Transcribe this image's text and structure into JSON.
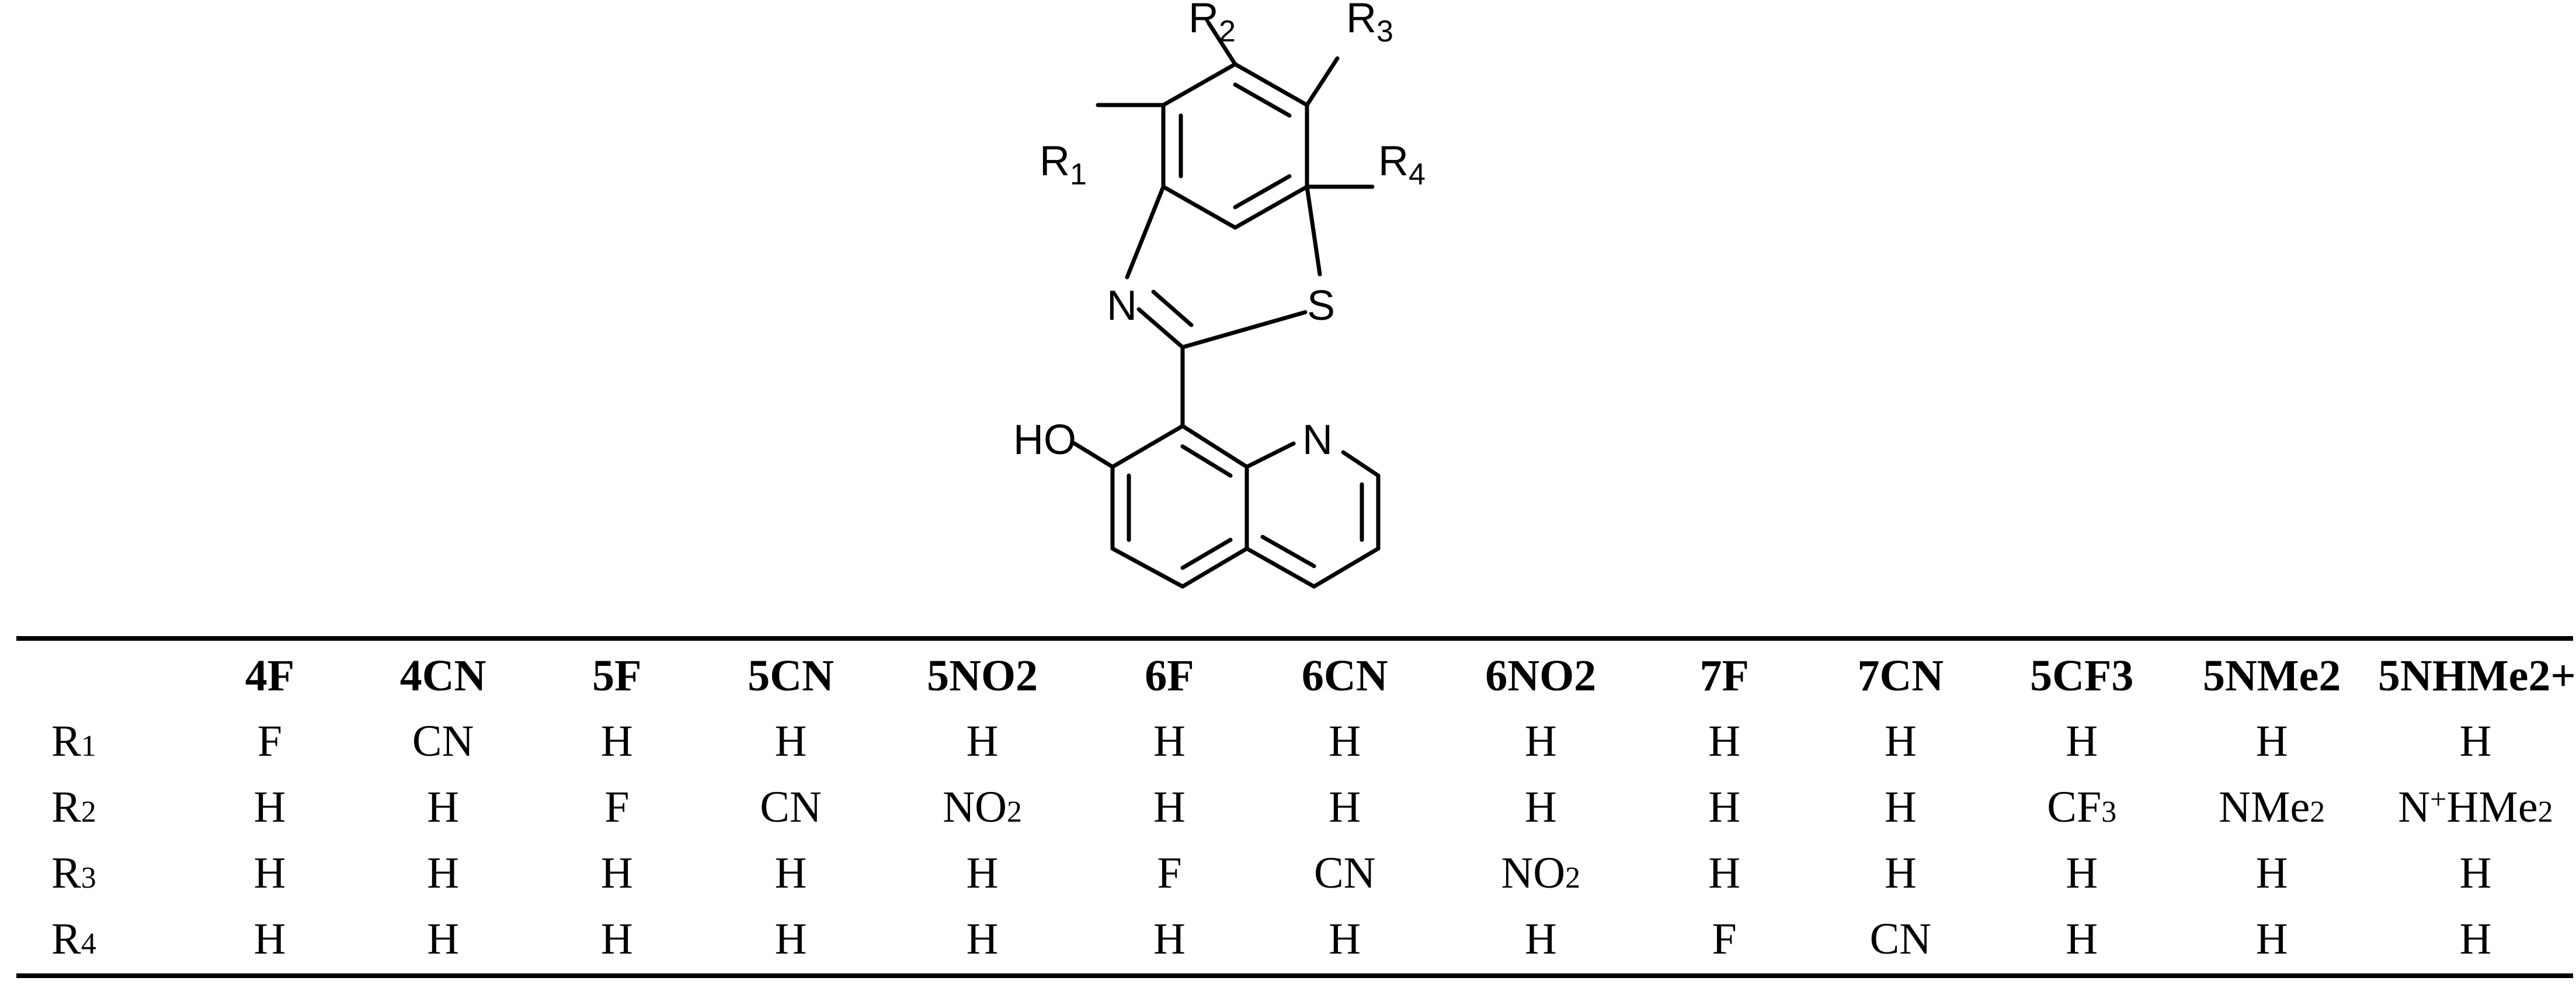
{
  "structure": {
    "substituents": {
      "r1": "R",
      "r1_sub": "1",
      "r2": "R",
      "r2_sub": "2",
      "r3": "R",
      "r3_sub": "3",
      "r4": "R",
      "r4_sub": "4"
    },
    "atoms": {
      "thiazole_n": "N",
      "thiazole_s": "S",
      "hydroxyl": "HO",
      "quinoline_n": "N"
    }
  },
  "table": {
    "columns": [
      {
        "label": "4F"
      },
      {
        "label": "4CN"
      },
      {
        "label": "5F"
      },
      {
        "label": "5CN"
      },
      {
        "label": "5NO2"
      },
      {
        "label": "6F"
      },
      {
        "label": "6CN"
      },
      {
        "label": "6NO2"
      },
      {
        "label": "7F"
      },
      {
        "label": "7CN"
      },
      {
        "label": "5CF3"
      },
      {
        "label": "5NMe2"
      },
      {
        "label": "5NHMe2+"
      }
    ],
    "rows": [
      {
        "label": "R",
        "label_sub": "1",
        "cells": [
          {
            "text": "F"
          },
          {
            "text": "CN"
          },
          {
            "text": "H"
          },
          {
            "text": "H"
          },
          {
            "text": "H"
          },
          {
            "text": "H"
          },
          {
            "text": "H"
          },
          {
            "text": "H"
          },
          {
            "text": "H"
          },
          {
            "text": "H"
          },
          {
            "text": "H"
          },
          {
            "text": "H"
          },
          {
            "text": "H"
          }
        ]
      },
      {
        "label": "R",
        "label_sub": "2",
        "cells": [
          {
            "text": "H"
          },
          {
            "text": "H"
          },
          {
            "text": "F"
          },
          {
            "text": "CN"
          },
          {
            "text": "NO",
            "sub": "2"
          },
          {
            "text": "H"
          },
          {
            "text": "H"
          },
          {
            "text": "H"
          },
          {
            "text": "H"
          },
          {
            "text": "H"
          },
          {
            "text": "CF",
            "sub": "3"
          },
          {
            "text": "NMe",
            "sub": "2"
          },
          {
            "pre": "N",
            "sup": "+",
            "text": "HMe",
            "sub": "2"
          }
        ]
      },
      {
        "label": "R",
        "label_sub": "3",
        "cells": [
          {
            "text": "H"
          },
          {
            "text": "H"
          },
          {
            "text": "H"
          },
          {
            "text": "H"
          },
          {
            "text": "H"
          },
          {
            "text": "F"
          },
          {
            "text": "CN"
          },
          {
            "text": "NO",
            "sub": "2"
          },
          {
            "text": "H"
          },
          {
            "text": "H"
          },
          {
            "text": "H"
          },
          {
            "text": "H"
          },
          {
            "text": "H"
          }
        ]
      },
      {
        "label": "R",
        "label_sub": "4",
        "cells": [
          {
            "text": "H"
          },
          {
            "text": "H"
          },
          {
            "text": "H"
          },
          {
            "text": "H"
          },
          {
            "text": "H"
          },
          {
            "text": "H"
          },
          {
            "text": "H"
          },
          {
            "text": "H"
          },
          {
            "text": "F"
          },
          {
            "text": "CN"
          },
          {
            "text": "H"
          },
          {
            "text": "H"
          },
          {
            "text": "H"
          }
        ]
      }
    ]
  }
}
